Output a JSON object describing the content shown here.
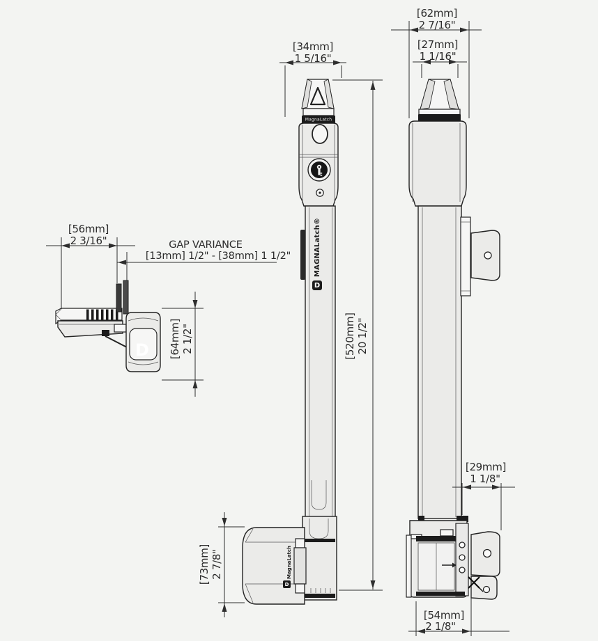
{
  "drawing": {
    "type": "product dimension diagram",
    "subject": "MagnaLatch vertical pull gate latch"
  },
  "brand": {
    "full": "MAGNALatch®",
    "small": "MagnaLatch",
    "logo_letter": "D"
  },
  "gap": {
    "title": "GAP VARIANCE",
    "range": "[13mm] 1/2\"  -  [38mm] 1 1/2\""
  },
  "dims": {
    "d56": {
      "mm": "[56mm]",
      "inch": "2 3/16\""
    },
    "d34": {
      "mm": "[34mm]",
      "inch": "1 5/16\""
    },
    "d62": {
      "mm": "[62mm]",
      "inch": "2 7/16\""
    },
    "d27": {
      "mm": "[27mm]",
      "inch": "1 1/16\""
    },
    "d520": {
      "mm": "[520mm]",
      "inch": "20 1/2\""
    },
    "d64": {
      "mm": "[64mm]",
      "inch": "2 1/2\""
    },
    "d73": {
      "mm": "[73mm]",
      "inch": "2 7/8\""
    },
    "d29": {
      "mm": "[29mm]",
      "inch": "1 1/8\""
    },
    "d54": {
      "mm": "[54mm]",
      "inch": "2 1/8\""
    }
  },
  "colors": {
    "background": "#f3f4f2",
    "line": "#232323",
    "fill_light": "#ebebe9",
    "fill_dark": "#1b1b1b"
  }
}
